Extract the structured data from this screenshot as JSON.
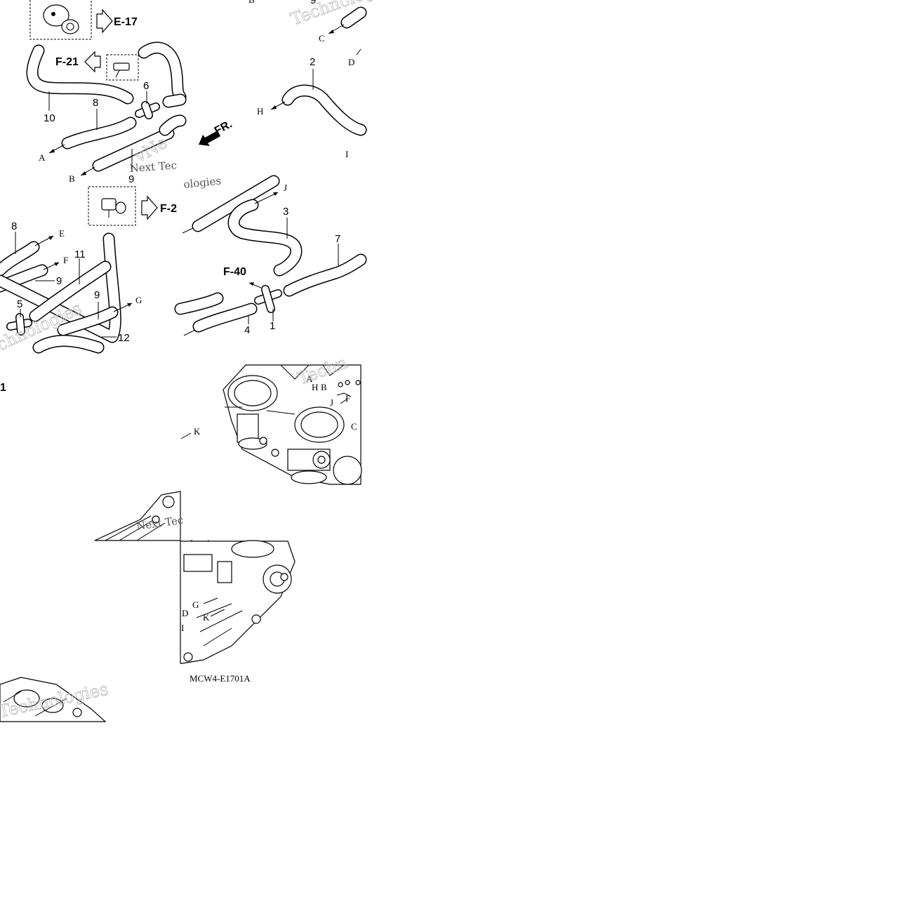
{
  "drawing_code": "MCW4-E1701A",
  "watermarks": [
    "Technologies",
    "Next Tec",
    "vNe",
    "ologies",
    "chnologies",
    "Techn"
  ],
  "callouts": {
    "ref_e17": "E-17",
    "ref_f21_a": "F-21",
    "ref_f21_b": "F-2",
    "ref_f40": "F-40",
    "direction": "FR."
  },
  "part_numbers": [
    "1",
    "2",
    "3",
    "4",
    "5",
    "6",
    "7",
    "8",
    "9",
    "10",
    "11",
    "12"
  ],
  "connection_letters": [
    "A",
    "B",
    "C",
    "D",
    "E",
    "F",
    "G",
    "H",
    "I",
    "J",
    "K"
  ]
}
